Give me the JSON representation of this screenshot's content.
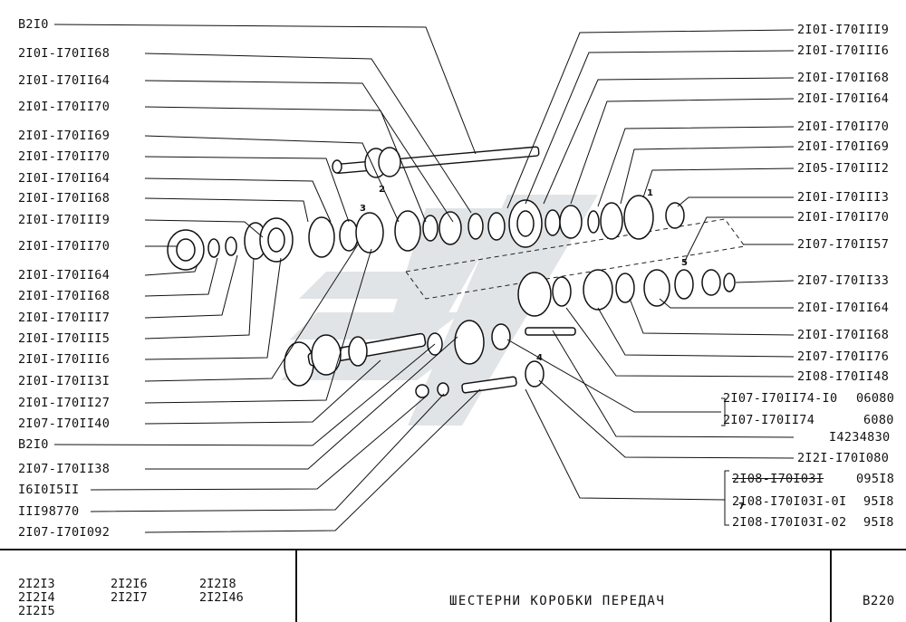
{
  "left_labels": [
    "B2I0",
    "2I0I-I70II68",
    "2I0I-I70II64",
    "2I0I-I70II70",
    "2I0I-I70II69",
    "2I0I-I70II70",
    "2I0I-I70II64",
    "2I0I-I70II68",
    "2I0I-I70III9",
    "2I0I-I70II70",
    "2I0I-I70II64",
    "2I0I-I70II68",
    "2I0I-I70III7",
    "2I0I-I70III5",
    "2I0I-I70III6",
    "2I0I-I70II3I",
    "2I0I-I70II27",
    "2I07-I70II40",
    "B2I0",
    "2I07-I70II38",
    "I6I0I5II",
    "III98770",
    "2I07-I70I092"
  ],
  "right_labels": [
    "2I0I-I70III9",
    "2I0I-I70III6",
    "2I0I-I70II68",
    "2I0I-I70II64",
    "2I0I-I70II70",
    "2I0I-I70II69",
    "2I05-I70III2",
    "2I0I-I70III3",
    "2I0I-I70II70",
    "2I07-I70II57",
    "2I07-I70II33",
    "2I0I-I70II64",
    "2I0I-I70II68",
    "2I07-I70II76",
    "2I08-I70II48"
  ],
  "group_a": {
    "line1": "2I07-I70II74-I0",
    "line1_val": "06080",
    "line2": "2I07-I70II74",
    "line2_val": "6080"
  },
  "single_labels": {
    "l1": "I4234830",
    "l2": "2I2I-I70I080"
  },
  "group_b": {
    "line1": "2I08-I70I03I",
    "line1_val": "095I8",
    "line2": "2I08-I70I03I-0I",
    "line2_val": "95I8",
    "line3": "2I08-I70I03I-02",
    "line3_val": "95I8"
  },
  "callouts": [
    "1",
    "2",
    "3",
    "4",
    "5",
    "7"
  ],
  "title_block": {
    "models_col1": [
      "2I2I3",
      "2I2I4",
      "2I2I5"
    ],
    "models_col2": [
      "2I2I6",
      "2I2I7"
    ],
    "models_col3": [
      "2I2I8",
      "2I2I46"
    ],
    "caption": "ШЕСТЕРНИ КОРОБКИ ПЕРЕДАЧ",
    "sheet_code": "B220"
  }
}
